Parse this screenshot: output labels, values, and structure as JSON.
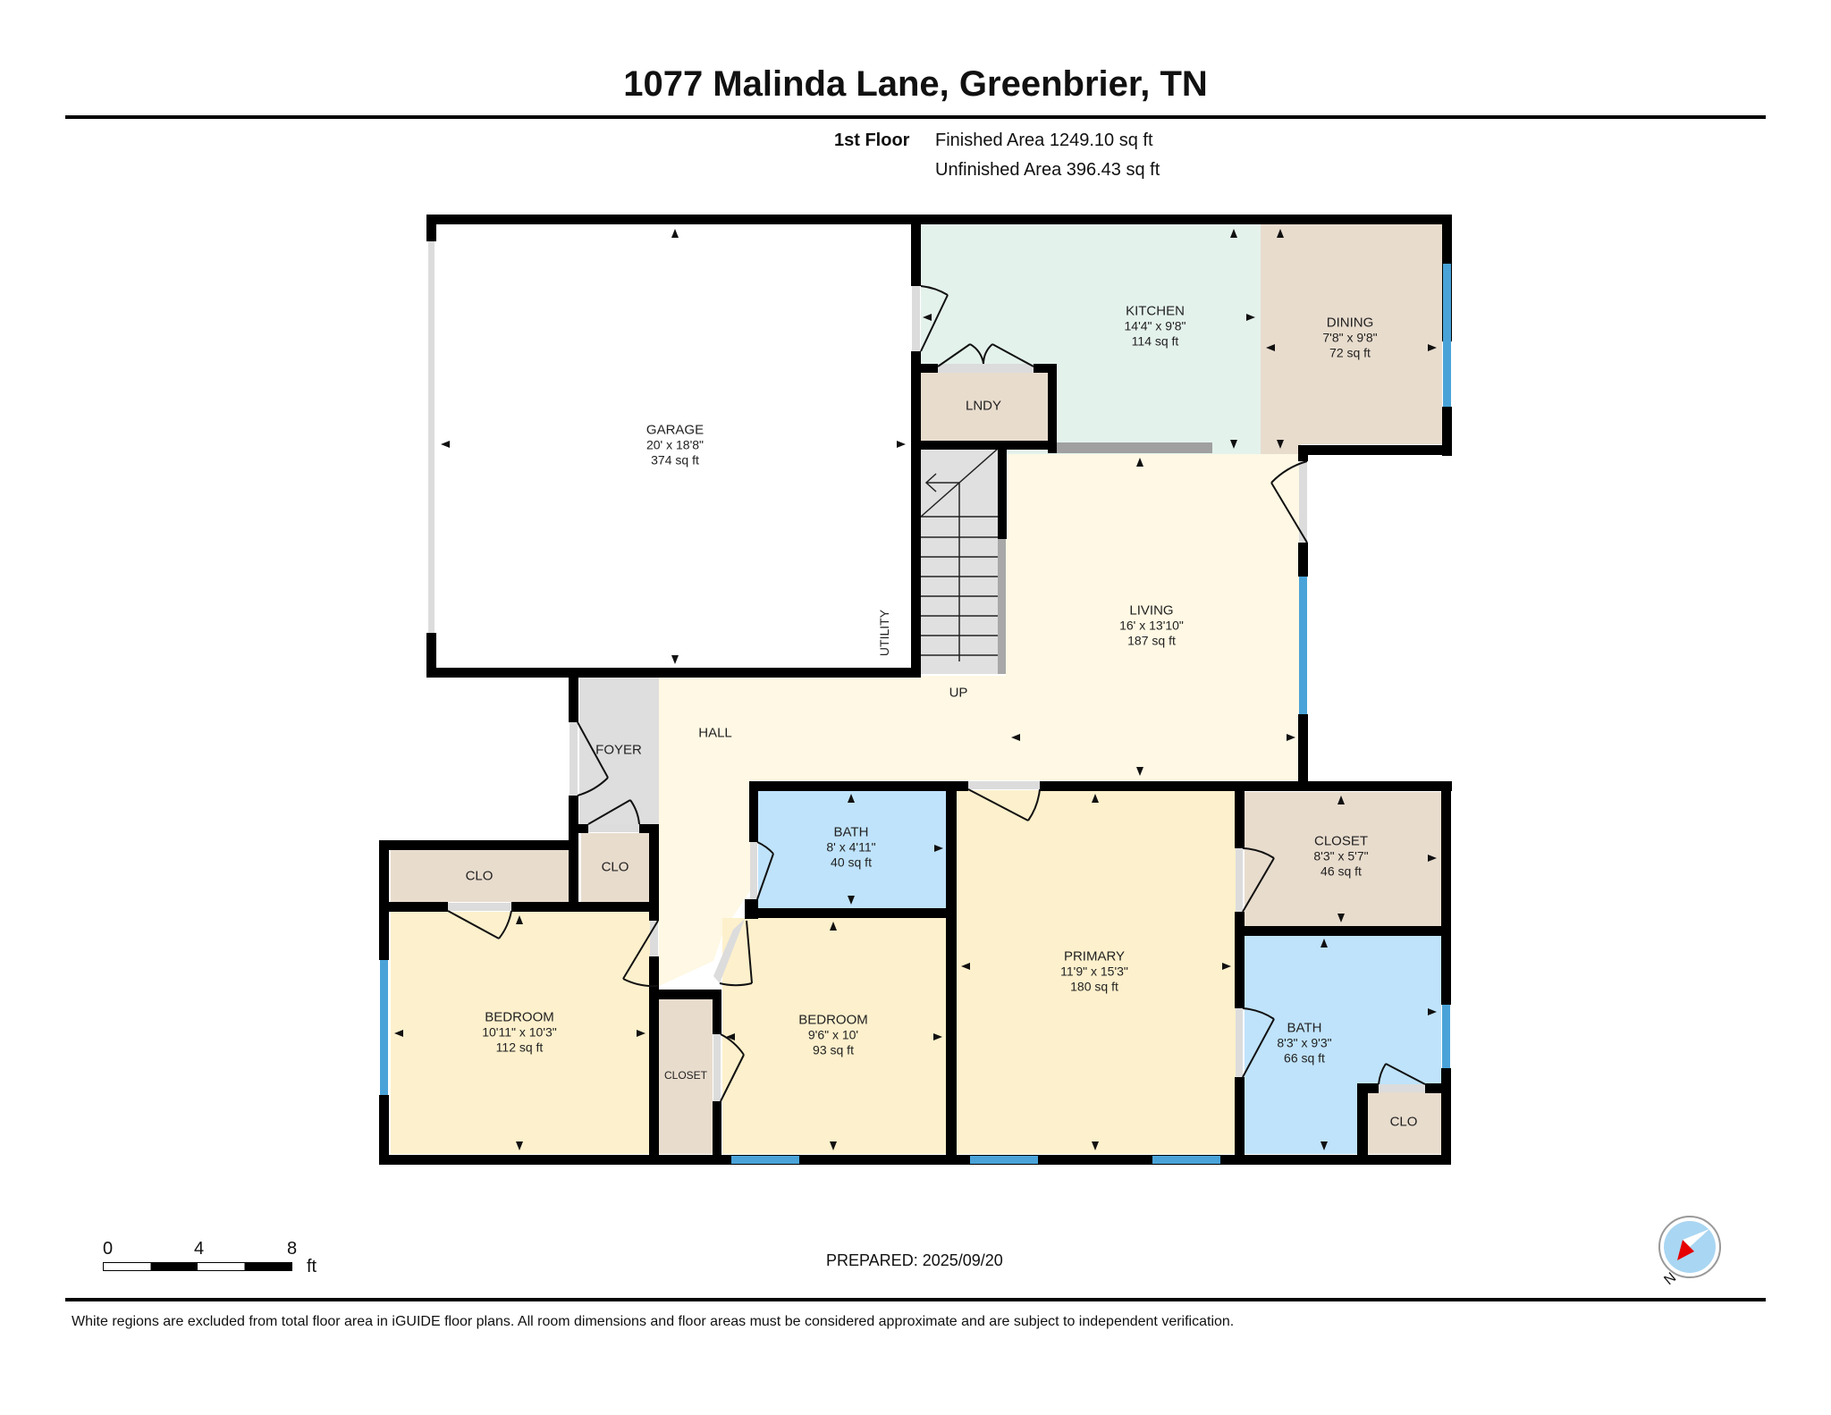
{
  "header": {
    "title": "1077 Malinda Lane, Greenbrier, TN",
    "floor_label": "1st Floor",
    "finished_area": "Finished Area 1249.10 sq ft",
    "unfinished_area": "Unfinished Area 396.43 sq ft"
  },
  "colors": {
    "wall": "#000000",
    "window": "#4aa3d8",
    "door_opening": "#dcdcdc",
    "garage": "#ffffff",
    "kitchen": "#e4f2ec",
    "dining": "#e8dccd",
    "laundry": "#e8dccd",
    "living": "#fef8e4",
    "hall": "#fef8e4",
    "foyer": "#dedede",
    "stairs": "#e0e0e0",
    "bath": "#bfe3fb",
    "bedroom": "#fdf0cc",
    "primary": "#fdf0cc",
    "closet": "#e8dccd"
  },
  "rooms": {
    "garage": {
      "name": "GARAGE",
      "dims": "20' x 18'8\"",
      "area": "374 sq ft"
    },
    "kitchen": {
      "name": "KITCHEN",
      "dims": "14'4\" x 9'8\"",
      "area": "114 sq ft"
    },
    "dining": {
      "name": "DINING",
      "dims": "7'8\" x 9'8\"",
      "area": "72 sq ft"
    },
    "laundry": {
      "name": "LNDY"
    },
    "utility": {
      "name": "UTILITY"
    },
    "living": {
      "name": "LIVING",
      "dims": "16' x 13'10\"",
      "area": "187 sq ft"
    },
    "stairs": {
      "name": "UP"
    },
    "hall": {
      "name": "HALL"
    },
    "foyer": {
      "name": "FOYER"
    },
    "clo_left": {
      "name": "CLO"
    },
    "clo_foyer": {
      "name": "CLO"
    },
    "bedroom1": {
      "name": "BEDROOM",
      "dims": "10'11\" x 10'3\"",
      "area": "112 sq ft"
    },
    "closet_small": {
      "name": "CLOSET"
    },
    "bath1": {
      "name": "BATH",
      "dims": "8' x 4'11\"",
      "area": "40 sq ft"
    },
    "bedroom2": {
      "name": "BEDROOM",
      "dims": "9'6\" x 10'",
      "area": "93 sq ft"
    },
    "primary": {
      "name": "PRIMARY",
      "dims": "11'9\" x 15'3\"",
      "area": "180 sq ft"
    },
    "closet_primary": {
      "name": "CLOSET",
      "dims": "8'3\" x 5'7\"",
      "area": "46 sq ft"
    },
    "bath2": {
      "name": "BATH",
      "dims": "8'3\" x 9'3\"",
      "area": "66 sq ft"
    },
    "clo_bath": {
      "name": "CLO"
    }
  },
  "scale_bar": {
    "ticks": [
      "0",
      "4",
      "8"
    ],
    "unit": "ft"
  },
  "footer": {
    "prepared": "PREPARED: 2025/09/20",
    "compass_label": "N",
    "disclaimer": "White regions are excluded from total floor area in iGUIDE floor plans. All room dimensions and floor areas must be considered approximate and are subject to independent verification."
  }
}
